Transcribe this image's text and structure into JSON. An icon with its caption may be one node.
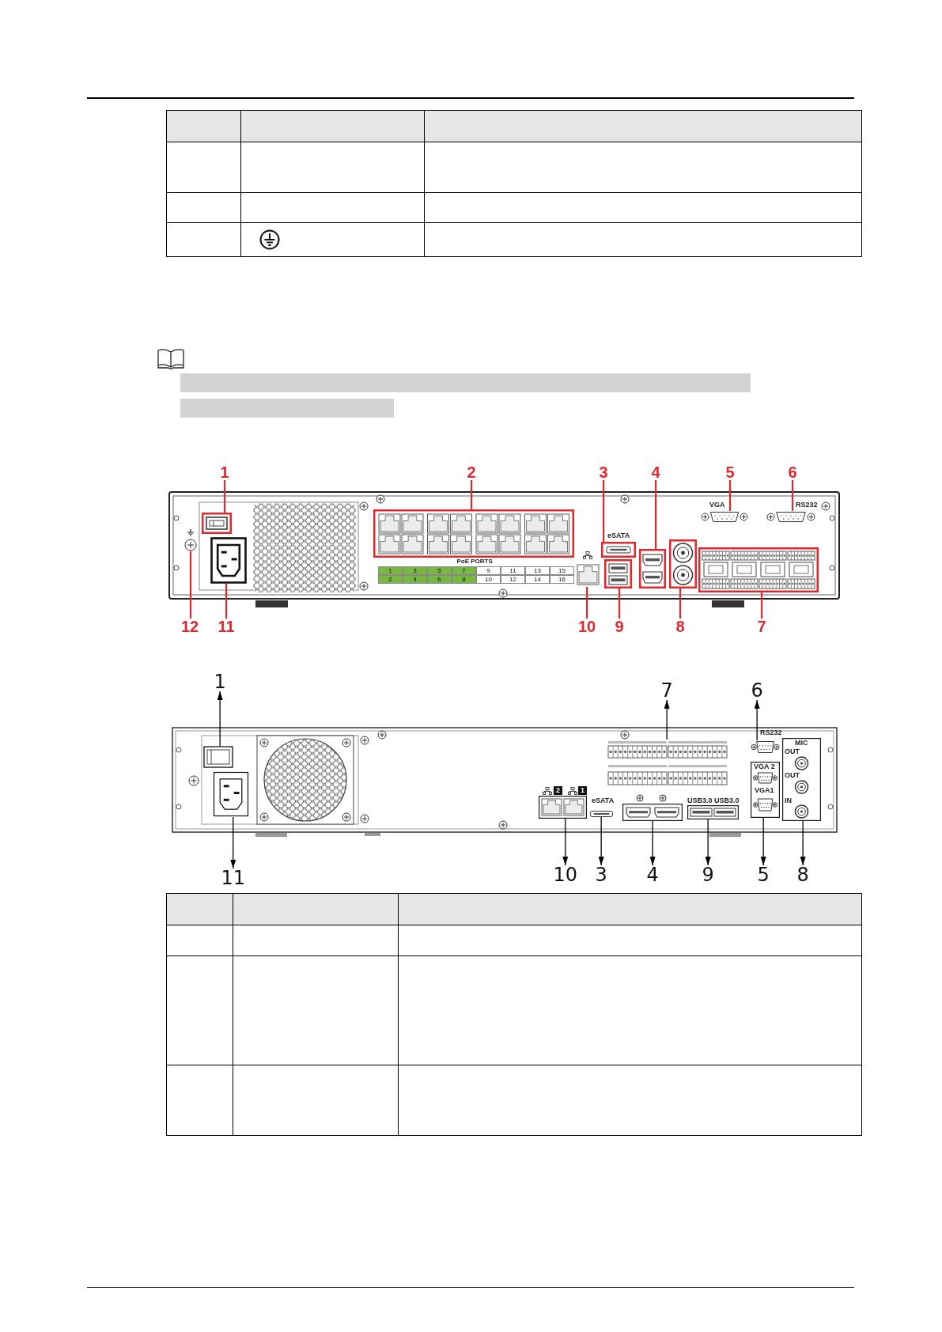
{
  "diagram": {
    "nodes": [
      {
        "text": [
          "1"
        ]
      },
      {
        "text": [
          "2"
        ]
      },
      {
        "text": [
          "3"
        ]
      },
      {
        "text": [
          "4"
        ]
      },
      {
        "text": [
          "5"
        ]
      },
      {
        "text": [
          "6"
        ]
      },
      {
        "text": [
          "12"
        ]
      },
      {
        "text": [
          "11"
        ]
      },
      {
        "text": [
          "10"
        ]
      },
      {
        "text": [
          "9"
        ]
      },
      {
        "text": [
          "8"
        ]
      },
      {
        "text": [
          "7"
        ]
      },
      {
        "text": [],
        "shape": "picture"
      },
      {
        "text": [],
        "shape": "box"
      },
      {
        "text": [],
        "shape": "picture"
      },
      {
        "text": [],
        "shape": "box"
      },
      {
        "text": [],
        "shape": "picture"
      },
      {
        "text": [],
        "shape": "box"
      },
      {
        "text": [],
        "shape": "box"
      },
      {
        "text": [],
        "shape": "box"
      },
      {
        "text": [],
        "shape": "box"
      },
      {
        "text": [],
        "shape": "box"
      },
      {
        "text": [],
        "shape": "picture"
      },
      {
        "text": [],
        "shape": "picture"
      },
      {
        "text": [
          "1"
        ]
      },
      {
        "text": [
          "7"
        ]
      },
      {
        "text": [
          "6"
        ]
      },
      {
        "text": [
          "11"
        ]
      },
      {
        "text": [
          "10"
        ]
      },
      {
        "text": [
          "3"
        ]
      },
      {
        "text": [
          "4"
        ]
      },
      {
        "text": [
          "9"
        ]
      },
      {
        "text": [
          "5"
        ]
      },
      {
        "text": [
          "8"
        ]
      },
      {
        "text": [],
        "shape": "picture"
      },
      {
        "text": [],
        "shape": "picture"
      },
      {
        "text": [],
        "shape": "box"
      },
      {
        "text": [],
        "shape": "picture"
      },
      {
        "text": [],
        "shape": "picture"
      },
      {
        "text": [],
        "shape": "box"
      },
      {
        "text": [],
        "shape": "box"
      },
      {
        "text": [],
        "shape": "picture"
      },
      {
        "text": [],
        "shape": "box"
      },
      {
        "text": [],
        "shape": "box"
      }
    ],
    "edges": [
      {
        "from": 0,
        "to": 13,
        "arrow": "none"
      },
      {
        "from": 1,
        "to": 15,
        "arrow": "none"
      },
      {
        "from": 2,
        "to": 17,
        "arrow": "none"
      },
      {
        "from": 3,
        "to": 19,
        "arrow": "none"
      },
      {
        "from": 4,
        "to": 22,
        "arrow": "none"
      },
      {
        "from": 5,
        "to": 23,
        "arrow": "none"
      },
      {
        "from": 6,
        "to": 12,
        "arrow": "none"
      },
      {
        "from": 7,
        "to": 14,
        "arrow": "none"
      },
      {
        "from": 8,
        "to": 16,
        "arrow": "none"
      },
      {
        "from": 9,
        "to": 18,
        "arrow": "none"
      },
      {
        "from": 10,
        "to": 20,
        "arrow": "none"
      },
      {
        "from": 11,
        "to": 21,
        "arrow": "none"
      },
      {
        "from": 34,
        "to": 24,
        "arrow": "to",
        "color": "#000000"
      },
      {
        "from": 38,
        "to": 25,
        "arrow": "to",
        "color": "#000000"
      },
      {
        "from": 41,
        "to": 26,
        "arrow": "to",
        "color": "#000000"
      },
      {
        "from": 35,
        "to": 27,
        "arrow": "to",
        "color": "#000000"
      },
      {
        "from": 36,
        "to": 28,
        "arrow": "to",
        "color": "#000000"
      },
      {
        "from": 37,
        "to": 29,
        "arrow": "to",
        "color": "#000000"
      },
      {
        "from": 39,
        "to": 30,
        "arrow": "to",
        "color": "#000000"
      },
      {
        "from": 40,
        "to": 31,
        "arrow": "to",
        "color": "#000000"
      },
      {
        "from": 42,
        "to": 32,
        "arrow": "to",
        "color": "#000000"
      },
      {
        "from": 43,
        "to": 33,
        "arrow": "to",
        "color": "#000000"
      }
    ],
    "labels": [
      "VGA",
      "RS232",
      "eSATA",
      "PoE PORTS",
      "1",
      "3",
      "5",
      "7",
      "9",
      "11",
      "13",
      "15",
      "2",
      "4",
      "6",
      "8",
      "10",
      "12",
      "14",
      "16",
      "RS232",
      "MIC",
      "OUT",
      "VGA 2",
      "OUT",
      "2",
      "1",
      "VGA1",
      "eSATA",
      "USB3.0",
      "USB3.0",
      "IN"
    ]
  }
}
